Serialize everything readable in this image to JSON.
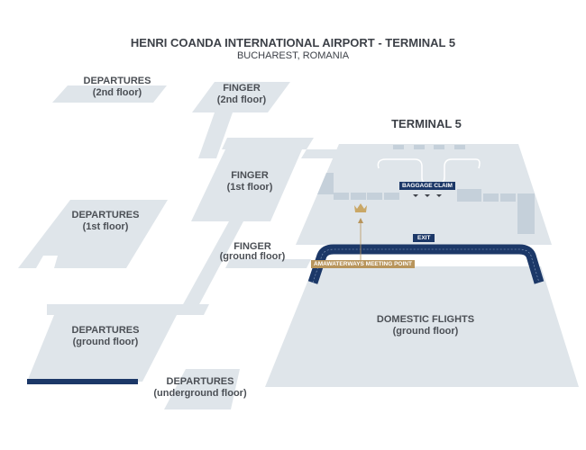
{
  "header": {
    "title": "HENRI COANDA INTERNATIONAL AIRPORT - TERMINAL 5",
    "subtitle": "BUCHAREST, ROMANIA"
  },
  "areas": {
    "departures_2nd": {
      "name": "DEPARTURES",
      "floor": "(2nd floor)"
    },
    "finger_2nd": {
      "name": "FINGER",
      "floor": "(2nd floor)"
    },
    "finger_1st": {
      "name": "FINGER",
      "floor": "(1st floor)"
    },
    "departures_1st": {
      "name": "DEPARTURES",
      "floor": "(1st floor)"
    },
    "finger_ground": {
      "name": "FINGER",
      "floor": "(ground floor)"
    },
    "departures_ground": {
      "name": "DEPARTURES",
      "floor": "(ground floor)"
    },
    "departures_underground": {
      "name": "DEPARTURES",
      "floor": "(underground floor)"
    },
    "terminal5": {
      "name": "TERMINAL 5"
    },
    "domestic": {
      "name": "DOMESTIC FLIGHTS",
      "floor": "(ground floor)"
    }
  },
  "markers": {
    "baggage_claim": "BAGGAGE CLAIM",
    "exit": "EXIT",
    "meeting_point": "AMAWATERWAYS MEETING POINT"
  },
  "colors": {
    "floor": "#dfe5ea",
    "block": "#c5d0da",
    "navy": "#1c3868",
    "gold": "#b8955c",
    "text": "#4b4f55"
  }
}
